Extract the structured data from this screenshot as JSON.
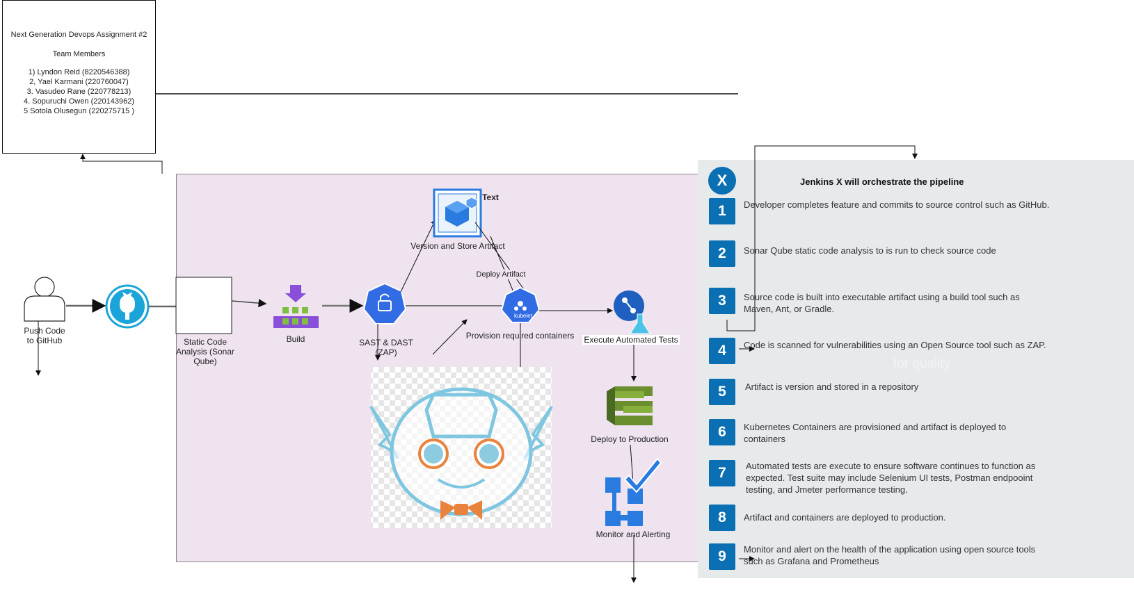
{
  "title_box": {
    "title": "Next Generation Devops Assignment #2",
    "team_label": "Team Members",
    "members": [
      "1) Lyndon Reid (8220546388)",
      "2, Yael Karmani (220760047)",
      "3. Vasudeo Rane (220778213)",
      "4. Sopuruchi Owen (220143962)",
      "5 Sotola Olusegun  (220275715 )"
    ]
  },
  "diagram": {
    "push_label": "Push Code to GitHub",
    "static_analysis_label": "Static Code Analysis (Sonar Qube)",
    "build_label": "Build",
    "sast_label": "SAST & DAST (ZAP)",
    "artifact_label": "Version and Store Artifact",
    "artifact_text": "Text",
    "deploy_artifact_label": "Deploy Artifact",
    "provision_label": "Provision required containers",
    "kubelet_label": "kubelet",
    "tests_label": "Execute Automated Tests",
    "deploy_prod_label": "Deploy to Production",
    "monitor_label": "Monitor and Alerting",
    "faded_text": "for quality"
  },
  "panel": {
    "logo": "X",
    "heading": "Jenkins X will orchestrate the pipeline",
    "steps": [
      {
        "num": "1",
        "text": "Developer completes feature and commits to source control such as GitHub."
      },
      {
        "num": "2",
        "text": "Sonar Qube static code analysis to is run to check source code"
      },
      {
        "num": "3",
        "text": "Source code is built into executable artifact using a build tool such as Maven, Ant, or Gradle."
      },
      {
        "num": "4",
        "text": "Code is scanned for vulnerabilities using an Open Source tool such as ZAP."
      },
      {
        "num": "5",
        "text": "Artifact is version and stored in a repository"
      },
      {
        "num": "6",
        "text": "Kubernetes Containers are provisioned and artifact is deployed to containers"
      },
      {
        "num": "7",
        "text": "Automated tests are execute to ensure software continues to function as expected. Test suite may include Selenium UI tests, Postman endpooint testing, and Jmeter performance testing."
      },
      {
        "num": "8",
        "text": "Artifact and containers are deployed to production."
      },
      {
        "num": "9",
        "text": "Monitor and alert on the health of the application using open source tools such as Grafana and Prometheus"
      }
    ]
  },
  "colors": {
    "accent_blue": "#0a6fb3",
    "stage_bg": "#eee3ef",
    "panel_bg": "#e7eaeb",
    "github_blue": "#1aa4d8",
    "k8s_blue": "#326ce5",
    "aws_green": "#5b7f2b",
    "build_purple": "#8a4fd8"
  }
}
